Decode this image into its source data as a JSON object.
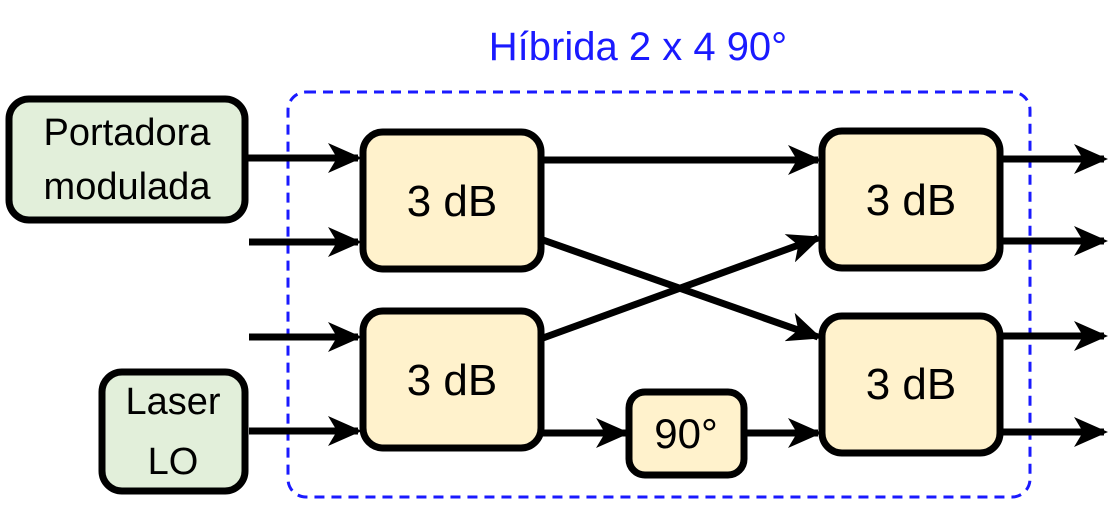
{
  "title": "Híbrida 2 x 4 90°",
  "sources": {
    "modulated": {
      "line1": "Portadora",
      "line2": "modulada"
    },
    "laser": {
      "line1": "Laser",
      "line2": "LO"
    }
  },
  "couplers": {
    "tl": "3 dB",
    "bl": "3 dB",
    "tr": "3 dB",
    "br": "3 dB"
  },
  "phase_shifter": "90°",
  "colors": {
    "title": "#1a1aff",
    "dashed_border": "#1a1aff",
    "coupler_fill": "#fff2cc",
    "source_fill": "#e2efda",
    "stroke": "#000000"
  }
}
